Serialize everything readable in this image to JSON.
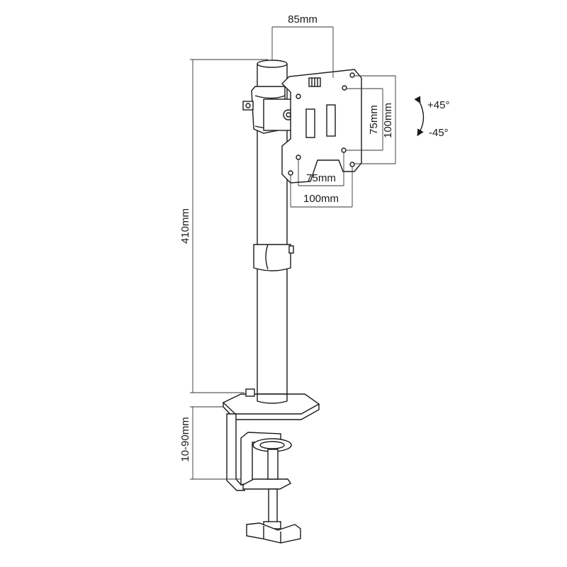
{
  "dimensions": {
    "bracket_offset": "85mm",
    "vesa_vertical_small": "75mm",
    "vesa_vertical_large": "100mm",
    "vesa_horizontal_small": "75mm",
    "vesa_horizontal_large": "100mm",
    "pole_height": "410mm",
    "clamp_range": "10-90mm"
  },
  "tilt": {
    "up": "+45°",
    "down": "-45°"
  },
  "colors": {
    "line": "#1a1a1a",
    "background": "#ffffff"
  }
}
